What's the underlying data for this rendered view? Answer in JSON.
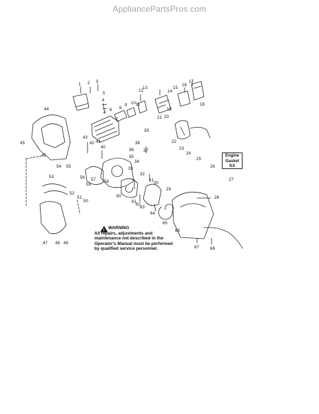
{
  "watermark": "AppliancePartsPros.com",
  "kit": {
    "lines": [
      "Engine",
      "Gasket",
      "Kit"
    ],
    "number": "27"
  },
  "warning": {
    "title": "WARNING",
    "body": "All repairs, adjustments and maintenance not described in the Operator's Manual must be performed by qualified service personnel."
  },
  "callouts": [
    "1",
    "2",
    "3",
    "4",
    "5",
    "6",
    "7",
    "8",
    "9",
    "10",
    "11",
    "12",
    "13",
    "14",
    "15",
    "16",
    "17",
    "18",
    "19",
    "20",
    "21",
    "22",
    "23",
    "24",
    "25",
    "26",
    "27",
    "28",
    "29",
    "30",
    "31",
    "32",
    "33",
    "34",
    "35",
    "36",
    "37",
    "38",
    "39",
    "40",
    "41",
    "42",
    "43",
    "44",
    "45",
    "46",
    "47",
    "48",
    "49",
    "50",
    "51",
    "52",
    "53",
    "54",
    "55",
    "56",
    "57",
    "58",
    "59",
    "60",
    "61",
    "62",
    "63",
    "64",
    "65",
    "66",
    "67",
    "68"
  ]
}
